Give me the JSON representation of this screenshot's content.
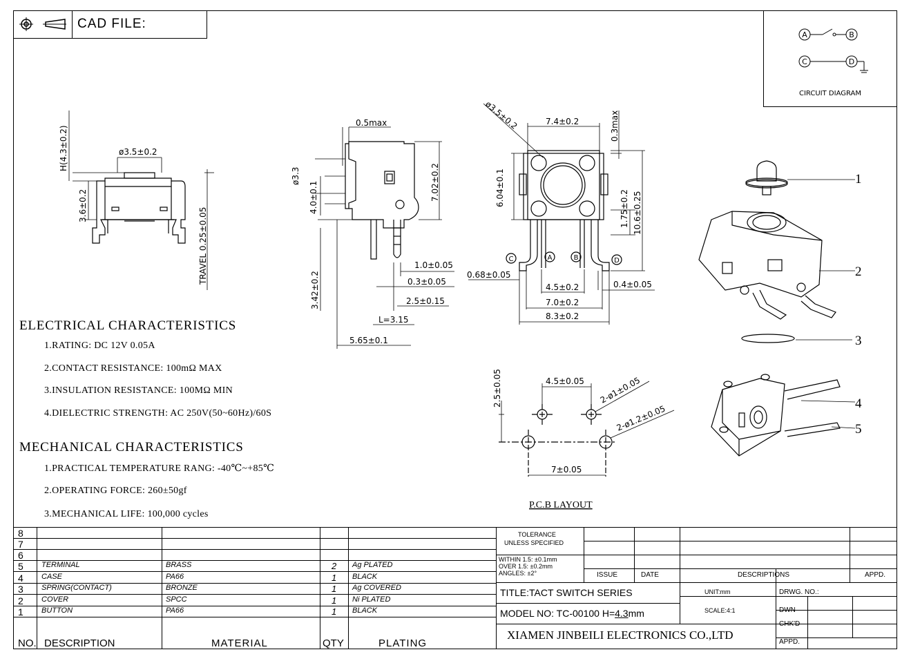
{
  "header": {
    "cad_label": "CAD FILE:"
  },
  "circuit": {
    "a": "A",
    "b": "B",
    "c": "C",
    "d": "D",
    "label": "CIRCUIT DIAGRAM"
  },
  "dims": {
    "h": "H(4.3±0.2)",
    "d35": "ø3.5±0.2",
    "h36": "3.6±0.2",
    "travel": "TRAVEL 0.25±0.05",
    "max05": "0.5max",
    "d33": "ø3.3",
    "d40": "4.0±0.1",
    "d702": "7.02±0.2",
    "d342": "3.42±0.2",
    "d10": "1.0±0.05",
    "d03": "0.3±0.05",
    "d25": "2.5±0.15",
    "l315": "L=3.15",
    "d565": "5.65±0.1",
    "fd35": "ø3.5±0.2",
    "d74": "7.4±0.2",
    "max03": "0.3max",
    "d604": "6.04±0.1",
    "d175": "1.75±0.2",
    "d106": "10.6±0.25",
    "d068": "0.68±0.05",
    "d45": "4.5±0.2",
    "d04": "0.4±0.05",
    "d70": "7.0±0.2",
    "d83": "8.3±0.2",
    "pcb25": "2.5±0.05",
    "pcb45": "4.5±0.05",
    "pcb_h1": "2-ø1±0.05",
    "pcb_h12": "2-ø1.2±0.05",
    "pcb7": "7±0.05",
    "pcb_title": "P.C.B LAYOUT",
    "pin_a": "A",
    "pin_b": "B",
    "pin_c": "C",
    "pin_d": "D",
    "p1": "1",
    "p2": "2",
    "p3": "3",
    "p4": "4",
    "p5": "5"
  },
  "electrical": {
    "title": "ELECTRICAL CHARACTERISTICS",
    "items": [
      "1.RATING: DC 12V 0.05A",
      "2.CONTACT RESISTANCE: 100mΩ MAX",
      "3.INSULATION RESISTANCE: 100MΩ MIN",
      "4.DIELECTRIC STRENGTH: AC 250V(50~60Hz)/60S"
    ]
  },
  "mechanical": {
    "title": "MECHANICAL CHARACTERISTICS",
    "items": [
      "1.PRACTICAL TEMPERATURE RANG: -40℃~+85℃",
      "2.OPERATING FORCE: 260±50gf",
      "3.MECHANICAL LIFE: 100,000 cycles"
    ]
  },
  "bom": {
    "rows": [
      {
        "no": "8",
        "desc": "",
        "mat": "",
        "qty": "",
        "plat": ""
      },
      {
        "no": "7",
        "desc": "",
        "mat": "",
        "qty": "",
        "plat": ""
      },
      {
        "no": "6",
        "desc": "",
        "mat": "",
        "qty": "",
        "plat": ""
      },
      {
        "no": "5",
        "desc": "TERMINAL",
        "mat": "BRASS",
        "qty": "2",
        "plat": "Ag PLATED"
      },
      {
        "no": "4",
        "desc": "CASE",
        "mat": "PA66",
        "qty": "1",
        "plat": "BLACK"
      },
      {
        "no": "3",
        "desc": "SPRING(CONTACT)",
        "mat": "BRONZE",
        "qty": "1",
        "plat": "Ag COVERED"
      },
      {
        "no": "2",
        "desc": "COVER",
        "mat": "SPCC",
        "qty": "1",
        "plat": "Ni PLATED"
      },
      {
        "no": "1",
        "desc": "BUTTON",
        "mat": "PA66",
        "qty": "1",
        "plat": "BLACK"
      }
    ],
    "header": {
      "no": "NO.",
      "desc": "DESCRIPTION",
      "mat": "MATERIAL",
      "qty": "QTY",
      "plat": "PLATING"
    }
  },
  "title_block": {
    "tol1": "TOLERANCE",
    "tol2": "UNLESS SPECIFIED",
    "w1": "WITHIN 1.5: ±0.1mm",
    "w2": "OVER 1.5: ±0.2mm",
    "w3": "ANGLES: ±2°",
    "issue": "ISSUE",
    "date": "DATE",
    "descriptions": "DESCRIPTIONS",
    "appd": "APPD.",
    "title": "TITLE:TACT SWITCH SERIES",
    "unit": "UNIT:mm",
    "drwg": "DRWG. NO.:",
    "model_pre": "MODEL NO: TC-00100 H=",
    "model_h": "4.3",
    "model_post": "mm",
    "scale": "SCALE:4:1",
    "dwn": "DWN",
    "chkd": "CHK'D",
    "appd2": "APPD.",
    "company": "XIAMEN JINBEILI ELECTRONICS CO.,LTD"
  }
}
